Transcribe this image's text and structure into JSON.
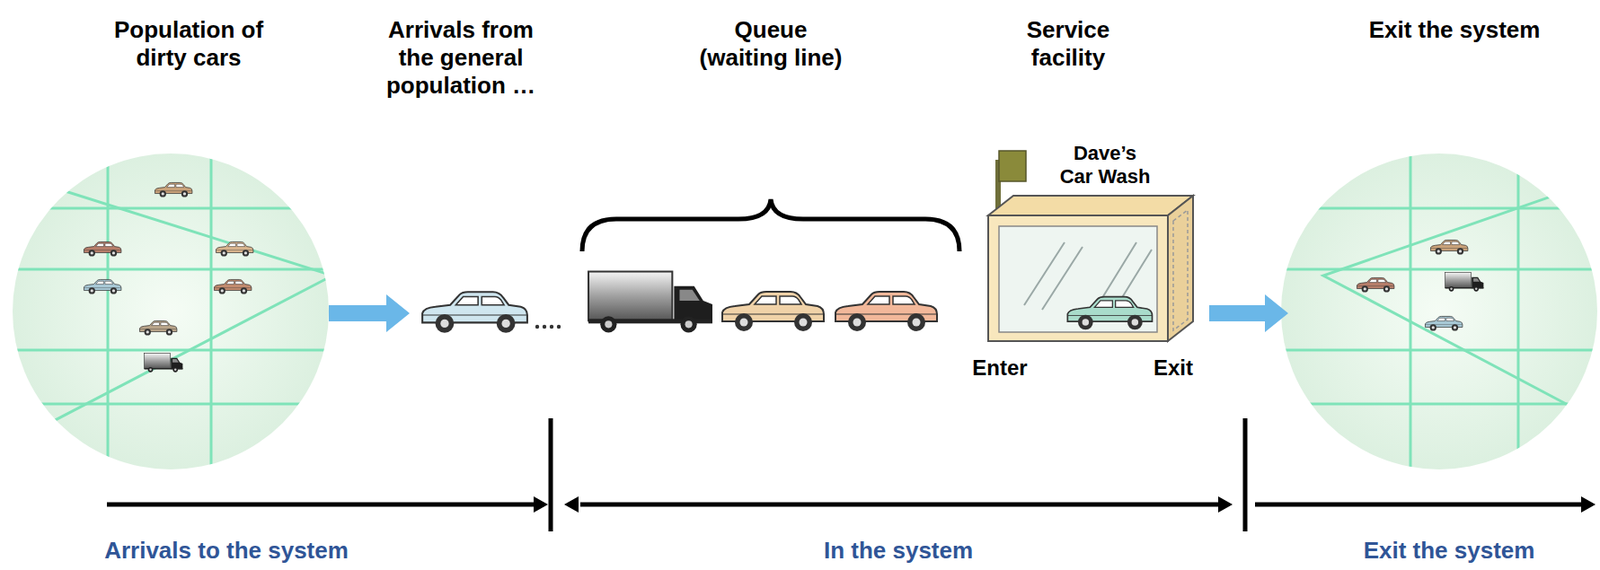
{
  "diagram": {
    "nodes": [
      {
        "text": [
          "Dave’s Car Wash"
        ]
      }
    ],
    "labels": [
      "Population of dirty cars",
      "Arrivals from the general population …",
      "Queue (waiting line)",
      "Service facility",
      "Exit the system",
      "Enter",
      "Exit",
      "Arrivals to the system",
      "In the system",
      "Exit the system"
    ]
  }
}
